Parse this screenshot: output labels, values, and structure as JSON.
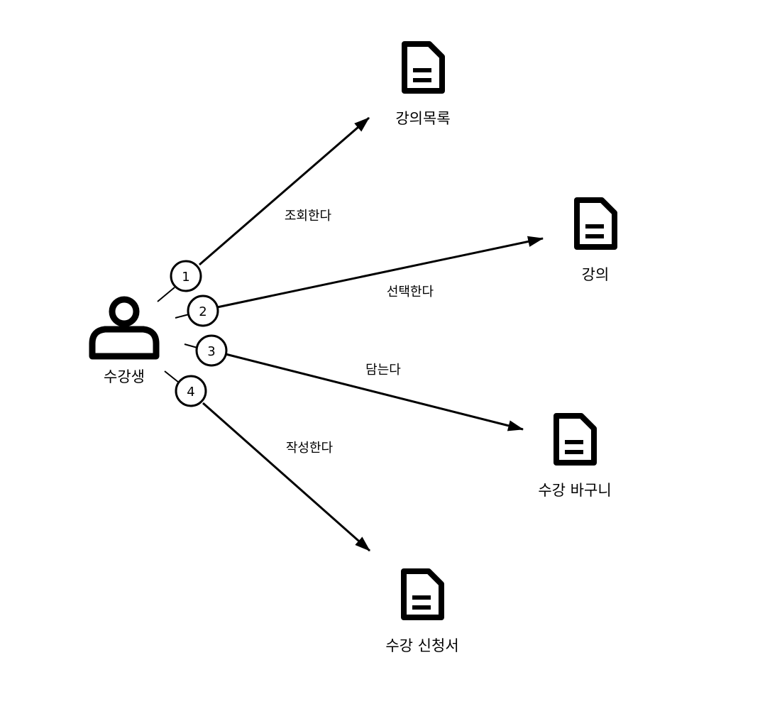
{
  "actor": {
    "label": "수강생",
    "icon": "person-icon"
  },
  "documents": [
    {
      "id": "course-list",
      "label": "강의목록",
      "icon": "document-icon"
    },
    {
      "id": "course",
      "label": "강의",
      "icon": "document-icon"
    },
    {
      "id": "course-basket",
      "label": "수강 바구니",
      "icon": "document-icon"
    },
    {
      "id": "enrollment-form",
      "label": "수강 신청서",
      "icon": "document-icon"
    }
  ],
  "edges": [
    {
      "step": "1",
      "label": "조회한다",
      "target": "course-list"
    },
    {
      "step": "2",
      "label": "선택한다",
      "target": "course"
    },
    {
      "step": "3",
      "label": "담는다",
      "target": "course-basket"
    },
    {
      "step": "4",
      "label": "작성한다",
      "target": "enrollment-form"
    }
  ],
  "colors": {
    "stroke": "#000000",
    "background": "#ffffff"
  }
}
